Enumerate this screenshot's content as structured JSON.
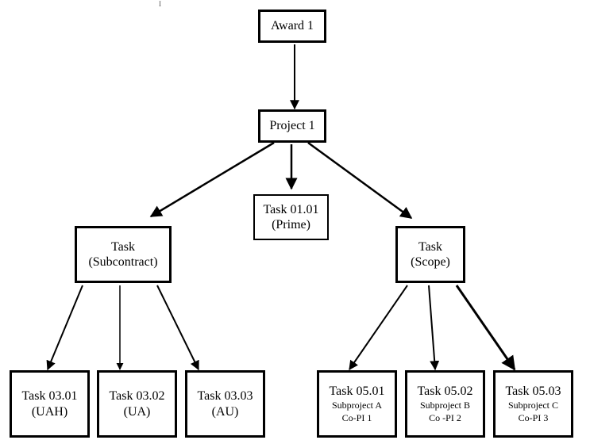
{
  "nodes": {
    "award": {
      "line1": "Award 1"
    },
    "project": {
      "line1": "Project 1"
    },
    "task_prime": {
      "line1": "Task 01.01",
      "line2": "(Prime)"
    },
    "task_subcontract": {
      "line1": "Task",
      "line2": "(Subcontract)"
    },
    "task_scope": {
      "line1": "Task",
      "line2": "(Scope)"
    },
    "t0301": {
      "line1": "Task 03.01",
      "line2": "(UAH)"
    },
    "t0302": {
      "line1": "Task 03.02",
      "line2": "(UA)"
    },
    "t0303": {
      "line1": "Task 03.03",
      "line2": "(AU)"
    },
    "t0501": {
      "line1": "Task 05.01",
      "line2": "Subproject A",
      "line3": "Co-PI 1"
    },
    "t0502": {
      "line1": "Task 05.02",
      "line2": "Subproject B",
      "line3": "Co -PI 2"
    },
    "t0503": {
      "line1": "Task 05.03",
      "line2": "Subproject C",
      "line3": "Co-PI 3"
    }
  }
}
